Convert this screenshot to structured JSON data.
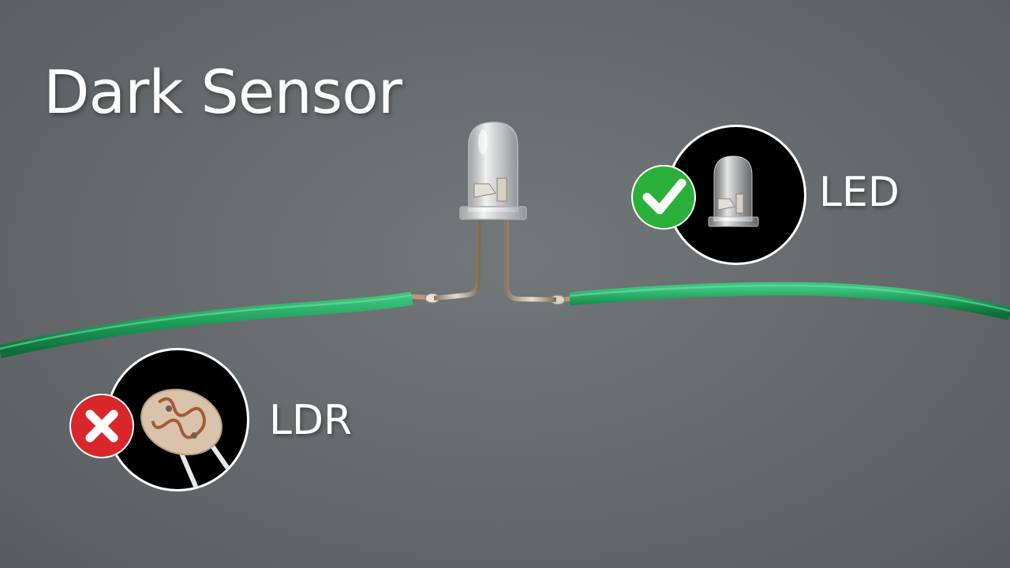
{
  "title": "Dark Sensor",
  "callouts": {
    "led": {
      "label": "LED",
      "status": "check-icon",
      "status_color": "#2ab03a"
    },
    "ldr": {
      "label": "LDR",
      "status": "cross-icon",
      "status_color": "#d9262b"
    }
  },
  "colors": {
    "background": "#65696c",
    "wire": "#1f9e5a",
    "callout_bg": "#000000"
  }
}
